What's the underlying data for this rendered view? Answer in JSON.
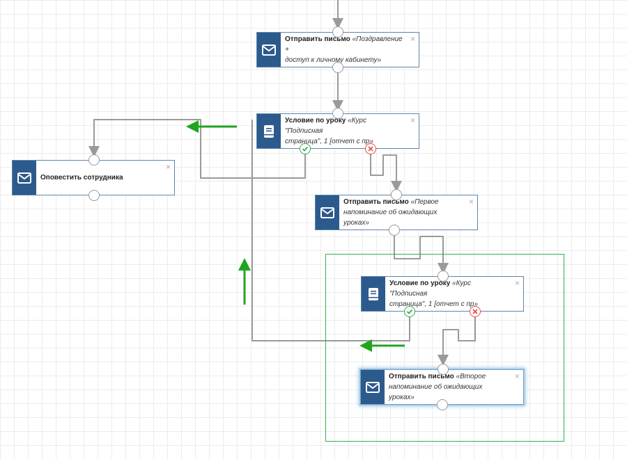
{
  "nodes": {
    "send_email_1": {
      "title": "Отправить письмо",
      "desc_line1": "«Поздравление +",
      "desc_line2": "доступ к личному кабинету»",
      "icon": "envelope-icon"
    },
    "condition_1": {
      "title": "Условие по уроку",
      "desc_line1": "«Курс \"Подписная",
      "desc_line2": "страница\", 1 [отчет с пр»",
      "icon": "book-icon"
    },
    "notify_employee": {
      "title": "Оповестить сотрудника",
      "icon": "envelope-icon"
    },
    "send_email_2": {
      "title": "Отправить письмо",
      "desc_line1": "«Первое",
      "desc_line2": "напоминание об ожидающих уроках»",
      "icon": "envelope-icon"
    },
    "condition_2": {
      "title": "Условие по уроку",
      "desc_line1": "«Курс \"Подписная",
      "desc_line2": "страница\", 1 [отчет с пр»",
      "icon": "book-icon"
    },
    "send_email_3": {
      "title": "Отправить письмо",
      "desc_line1": "«Второе",
      "desc_line2": "напоминание об ожидающих уроках»",
      "icon": "envelope-icon"
    }
  },
  "close_symbol": "×",
  "colors": {
    "node_icon_bg": "#2c5a8c",
    "node_border": "#5b86ad",
    "connector": "#9a9a9a",
    "yes_port": "#3aa757",
    "no_port": "#e0524e",
    "annotation_arrow": "#1fa51f",
    "selection_box": "#33b04a"
  }
}
